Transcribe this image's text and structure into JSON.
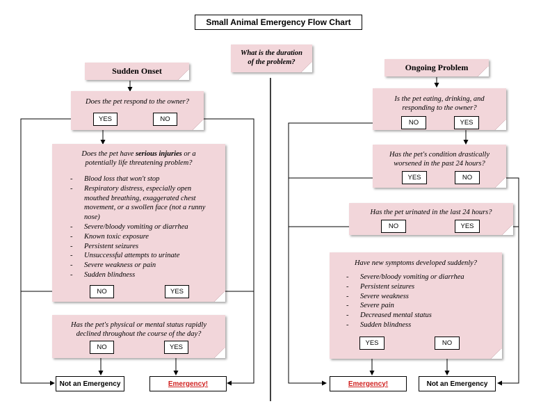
{
  "title": "Small Animal Emergency Flow Chart",
  "center_question": [
    "What is the duration",
    "of the problem?"
  ],
  "left": {
    "header": "Sudden Onset",
    "q1": "Does the pet respond to the owner?",
    "q1_yes": "YES",
    "q1_no": "NO",
    "q2_line1_pre": "Does the pet have ",
    "q2_line1_bold": "serious injuries",
    "q2_line1_post": " or a",
    "q2_line2": "potentially life threatening problem?",
    "q2_items": [
      "Blood loss that won't stop",
      "Respiratory distress, especially open mouthed breathing,  exaggerated chest movement, or a swollen face (not a runny nose)",
      "Severe/bloody vomiting or diarrhea",
      "Known toxic exposure",
      "Persistent seizures",
      "Unsuccessful attempts to urinate",
      "Severe weakness or pain",
      "Sudden blindness"
    ],
    "q2_no": "NO",
    "q2_yes": "YES",
    "q3": [
      "Has the pet's physical or mental status rapidly",
      "declined throughout the course of the day?"
    ],
    "q3_no": "NO",
    "q3_yes": "YES",
    "end_not": "Not an Emergency",
    "end_emergency": "Emergency!"
  },
  "right": {
    "header": "Ongoing Problem",
    "q1": [
      "Is the pet eating, drinking, and",
      "responding to the owner?"
    ],
    "q1_no": "NO",
    "q1_yes": "YES",
    "q2": [
      "Has the pet's condition drastically",
      "worsened in the past 24 hours?"
    ],
    "q2_yes": "YES",
    "q2_no": "NO",
    "q3": "Has the pet urinated in the last 24 hours?",
    "q3_no": "NO",
    "q3_yes": "YES",
    "q4": "Have new symptoms developed suddenly?",
    "q4_items": [
      "Severe/bloody vomiting or diarrhea",
      "Persistent seizures",
      "Severe weakness",
      "Severe pain",
      "Decreased mental status",
      "Sudden blindness"
    ],
    "q4_yes": "YES",
    "q4_no": "NO",
    "end_emergency": "Emergency!",
    "end_not": "Not an Emergency"
  }
}
